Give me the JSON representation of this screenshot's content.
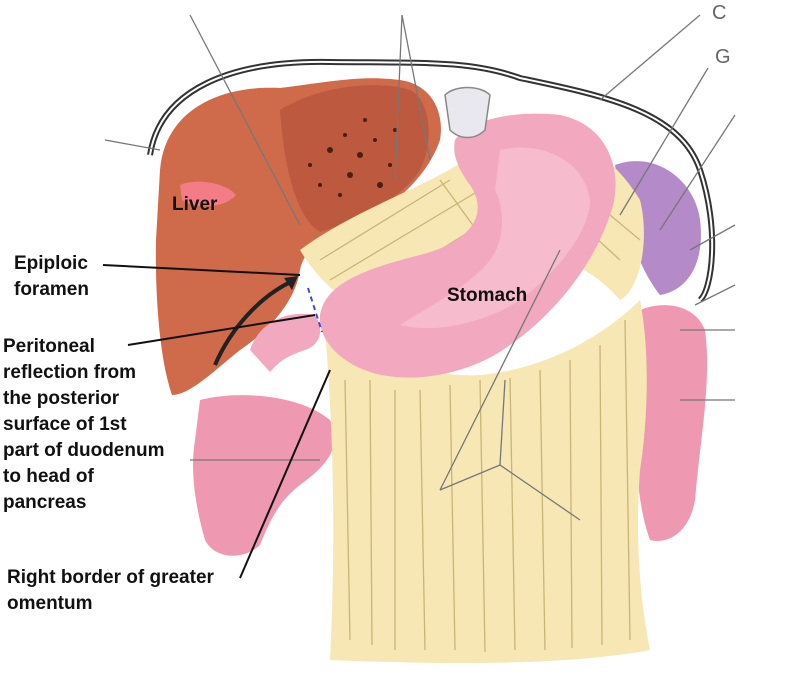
{
  "labels": {
    "liver": "Liver",
    "stomach": "Stomach",
    "epiploic": [
      "Epiploic",
      "foramen"
    ],
    "peritoneal": [
      "Peritoneal",
      "reflection from",
      "the posterior",
      "surface of 1st",
      "part of duodenum",
      "to head of",
      "pancreas"
    ],
    "right_border": [
      "Right border of greater",
      "omentum"
    ],
    "edge_g": "G",
    "edge_c": "C"
  },
  "colors": {
    "liver": "#cf6a4b",
    "liver_dark": "#b9583d",
    "stomach": "#f2a8bf",
    "omentum": "#f6e7b4",
    "omentum_line": "#c8b578",
    "spleen": "#b48ac9",
    "duodenum": "#ef98b2",
    "peritoneum": "#4a4a4a",
    "dashed_reflection": "#3a4fd6"
  }
}
